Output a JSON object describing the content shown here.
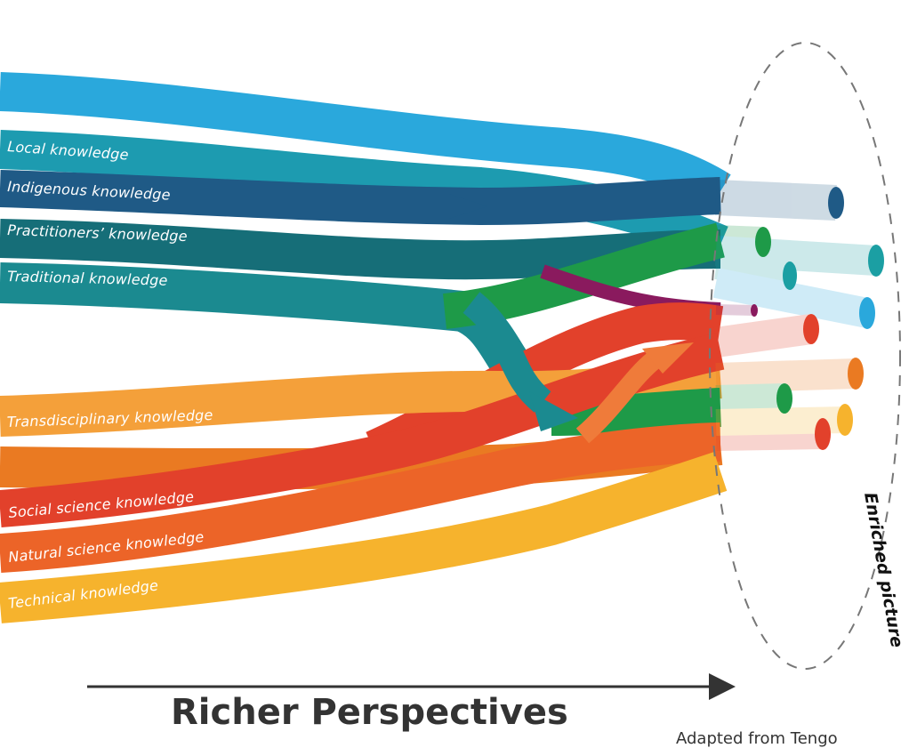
{
  "streams": [
    {
      "id": "top",
      "label": "",
      "color": "#2aa8dc"
    },
    {
      "id": "local",
      "label": "Local knowledge",
      "color": "#1d9bb0"
    },
    {
      "id": "indigenous",
      "label": "Indigenous knowledge",
      "color": "#1f5a86"
    },
    {
      "id": "practitioners",
      "label": "Practitioners’ knowledge",
      "color": "#166e78"
    },
    {
      "id": "traditional",
      "label": "Traditional knowledge",
      "color": "#1b8a90"
    },
    {
      "id": "transdisciplinary",
      "label": "Transdisciplinary knowledge",
      "color": "#f4a03a"
    },
    {
      "id": "orange",
      "label": "",
      "color": "#ea7a22"
    },
    {
      "id": "social",
      "label": "Social science knowledge",
      "color": "#e2412b"
    },
    {
      "id": "natural",
      "label": "Natural science knowledge",
      "color": "#ec6428"
    },
    {
      "id": "technical",
      "label": "Technical knowledge",
      "color": "#f6b32d"
    }
  ],
  "cross_colors": {
    "green": "#1e9a48",
    "purple": "#8a1a5e",
    "arrow_teal": "#1b8a90",
    "arrow_orange": "#ef7b3a"
  },
  "outlet_colors": [
    "#1f5a86",
    "#1e9a48",
    "#1b9fa3",
    "#1b9fa3",
    "#2aa8dc",
    "#8a1a5e",
    "#e2412b",
    "#ea7a22",
    "#1e9a48",
    "#e2412b",
    "#f6b32d"
  ],
  "ellipse_label": "Enriched picture",
  "caption": {
    "title": "Richer Perspectives",
    "source": "Adapted from Tengo"
  }
}
